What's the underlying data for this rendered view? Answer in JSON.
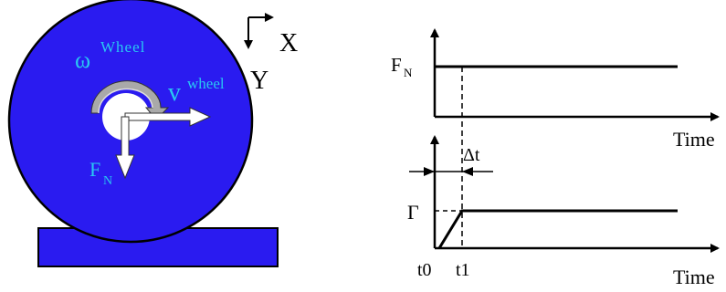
{
  "colors": {
    "wheel_fill": "#2a1bf0",
    "ground_fill": "#2a1bf0",
    "outline": "#000000",
    "label_cyan": "#29c8f2",
    "arrow_white": "#ffffff",
    "arrow_gray": "#a9a9a9"
  },
  "wheel": {
    "omega_symbol": "ω",
    "omega_superscript": "Wheel",
    "v_symbol": "v",
    "v_superscript": "wheel",
    "force_symbol": "F",
    "force_subscript": "N"
  },
  "axes_frame": {
    "x_label": "X",
    "y_label": "Y"
  },
  "plot_top": {
    "y_label_main": "F",
    "y_label_sub": "N",
    "x_label": "Time"
  },
  "plot_bottom": {
    "delta_label": "Δt",
    "gamma_label": "Γ",
    "t0_label": "t0",
    "t1_label": "t1",
    "x_label": "Time"
  }
}
